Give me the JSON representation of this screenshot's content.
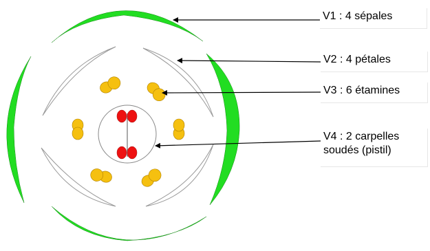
{
  "labels": {
    "v1": "V1 : 4 sépales",
    "v2": "V2 : 4 pétales",
    "v3": "V3 : 6 étamines",
    "v4_line1": "V4 : 2 carpelles",
    "v4_line2": "soudés (pistil)"
  },
  "colors": {
    "sepal": "#22dd22",
    "petal_outline": "#999999",
    "stamen": "#f5c010",
    "carpel": "#ee1111",
    "arrow": "#000000"
  }
}
